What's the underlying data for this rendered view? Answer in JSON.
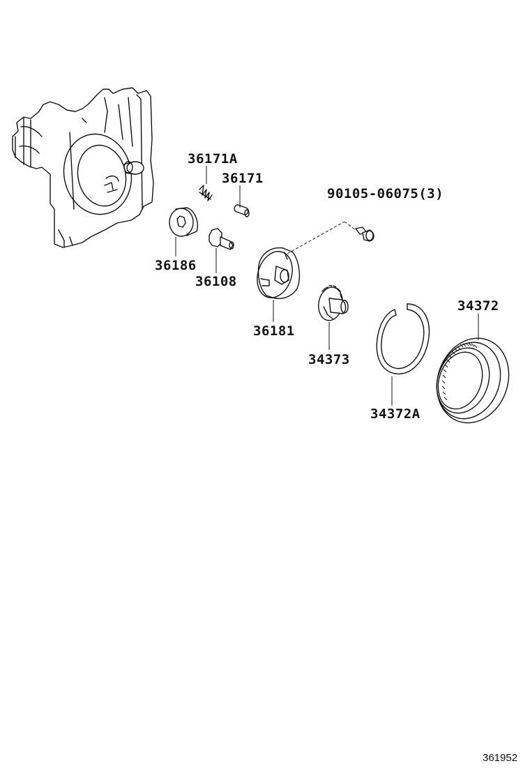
{
  "labels": {
    "p36171A": "36171A",
    "p36171": "36171",
    "p90105": "90105-06075(3)",
    "p36186": "36186",
    "p36108": "36108",
    "p36181": "36181",
    "p34372": "34372",
    "p34373": "34373",
    "p34372A": "34372A"
  },
  "figure_id": "361952"
}
